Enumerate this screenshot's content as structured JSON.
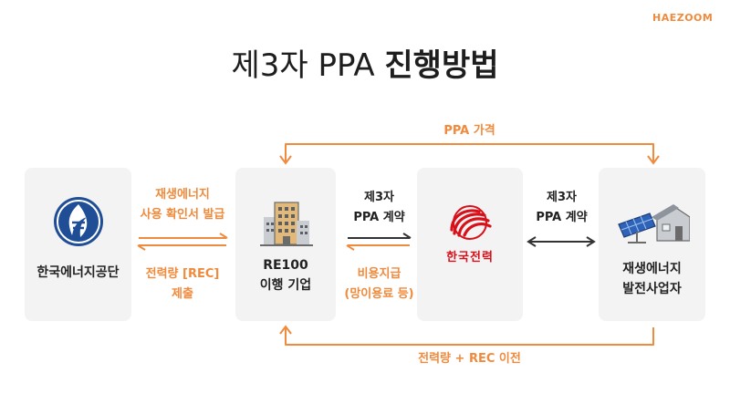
{
  "brand": "HAEZOOM",
  "title": {
    "prefix": "제3자 PPA",
    "emphasis": "진행방법"
  },
  "top_flow_label": "PPA 가격",
  "bottom_flow_label": "전력량 + REC 이전",
  "nodes": {
    "energy_agency": {
      "name": "한국에너지공단",
      "icon": "energy-agency-logo-icon"
    },
    "re100": {
      "line1": "RE100",
      "line2": "이행 기업",
      "icon": "office-building-icon"
    },
    "kepco": {
      "logo_text": "한국전력",
      "icon": "kepco-logo-icon"
    },
    "generator": {
      "line1": "재생에너지",
      "line2": "발전사업자",
      "icon": "solar-house-icon"
    }
  },
  "links": {
    "agency_re100_upper": [
      "재생에너지",
      "사용 확인서 발급"
    ],
    "agency_re100_lower": [
      "전력량 [REC]",
      "제출"
    ],
    "re100_kepco_upper": [
      "제3자",
      "PPA 계약"
    ],
    "re100_kepco_lower": [
      "비용지급",
      "(망이용료 등)"
    ],
    "kepco_generator": [
      "제3자",
      "PPA 계약"
    ]
  },
  "colors": {
    "accent": "#f08a3c",
    "dark": "#333333",
    "card": "#f3f3f4"
  }
}
